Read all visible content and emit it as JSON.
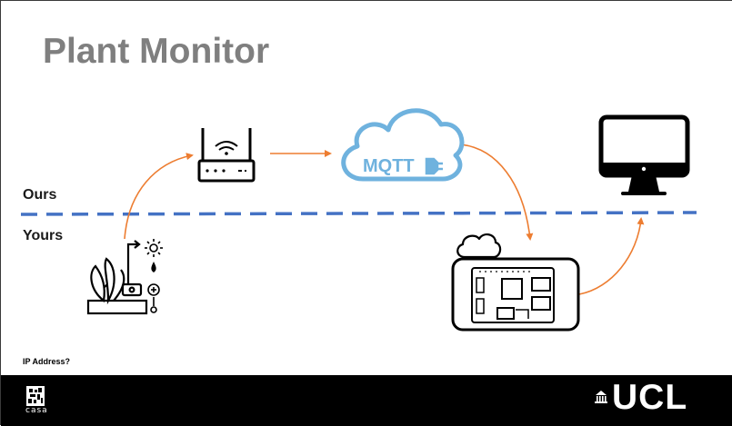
{
  "slide": {
    "title": "Plant Monitor",
    "ours_label": "Ours",
    "yours_label": "Yours",
    "footnote": "IP Address?"
  },
  "cloud": {
    "label": "MQTT"
  },
  "footer": {
    "casa_text": "casa",
    "ucl_text": "UCL"
  },
  "colors": {
    "arrow": "#ED7D31",
    "divider": "#4472C4",
    "cloud": "#6FB2DE",
    "title": "#7F7F7F"
  }
}
